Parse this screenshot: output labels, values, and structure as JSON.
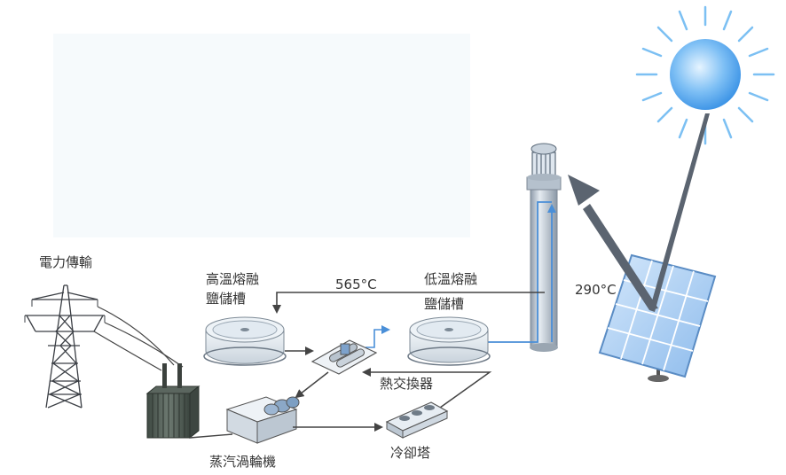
{
  "labels": {
    "power_transmission": "電力傳輸",
    "hot_tank_line1": "高溫熔融",
    "hot_tank_line2": "鹽儲槽",
    "hot_temp": "565°C",
    "cold_tank_line1": "低溫熔融",
    "cold_tank_line2": "鹽儲槽",
    "cold_temp": "290°C",
    "heat_exchanger": "熱交換器",
    "steam_turbine": "蒸汽渦輪機",
    "cooling_tower": "冷卻塔"
  },
  "icons": [
    "sun-icon",
    "solar-tower",
    "heliostat-mirror",
    "transmission-tower",
    "transformer",
    "hot-salt-tank",
    "cold-salt-tank",
    "heat-exchanger",
    "steam-turbine",
    "cooling-tower"
  ],
  "colors": {
    "sun": "#4aa3ee",
    "sun_rays": "#7cc0f3",
    "tower": "#c5d0dc",
    "flow_arrow_blue": "#4a8fd8",
    "flow_arrow_dark": "#444444",
    "background_panel": "#eef5fa"
  }
}
